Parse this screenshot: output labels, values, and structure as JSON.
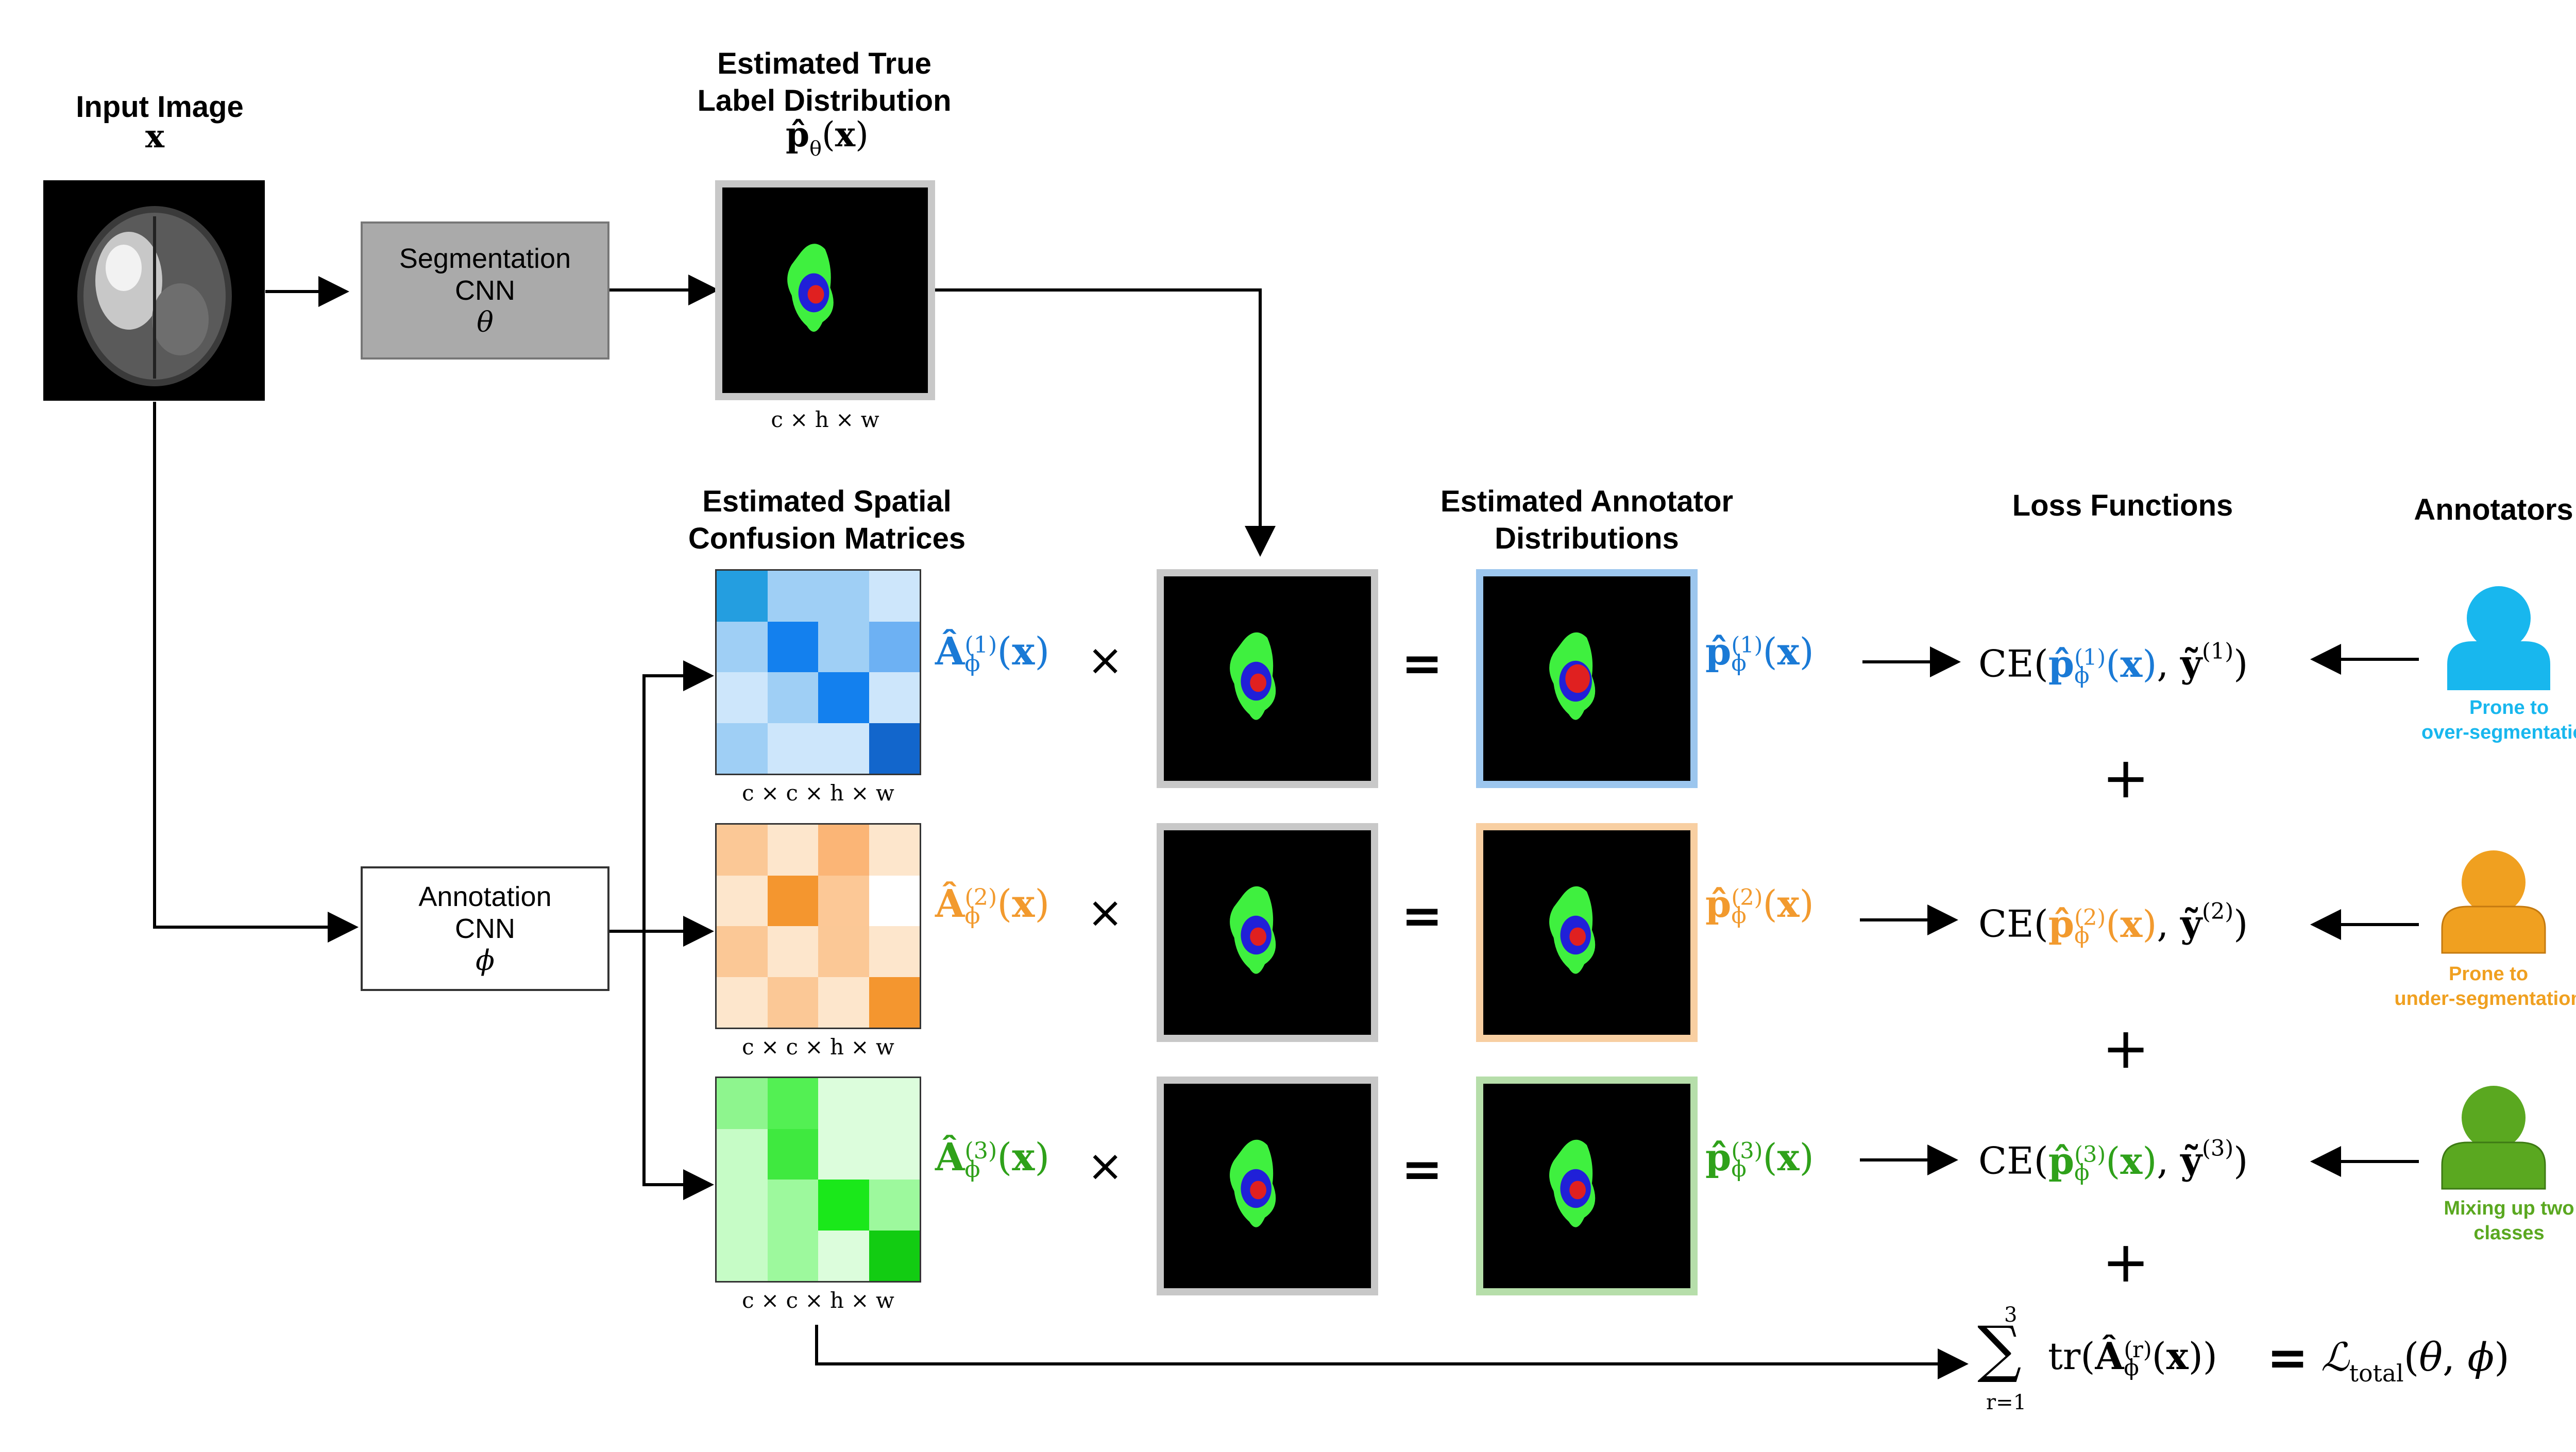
{
  "title_input": "Input Image",
  "input_var": "x",
  "title_true": [
    "Estimated True",
    "Label Distribution"
  ],
  "true_math": "p̂θ(x)",
  "seg_cnn": {
    "line1": "Segmentation",
    "line2": "CNN",
    "line3": "θ"
  },
  "ann_cnn": {
    "line1": "Annotation",
    "line2": "CNN",
    "line3": "ϕ"
  },
  "dims_chw": "c × h × w",
  "dims_cchw": "c × c × h × w",
  "title_confusion": [
    "Estimated Spatial",
    "Confusion Matrices"
  ],
  "title_annot_dist": [
    "Estimated Annotator",
    "Distributions"
  ],
  "title_loss": "Loss Functions",
  "title_annotators": "Annotators",
  "times": "×",
  "equals": "=",
  "plus": "+",
  "rows": [
    {
      "idx": "1",
      "color": "#1a7ad6",
      "annotator_label": [
        "Prone to",
        "over-segmentation"
      ],
      "annotator_color": "#18b7ee",
      "frame_color": "#9cc6ee",
      "matrix": [
        "#249ee0",
        "#9fcff5",
        "#9fcff5",
        "#cde6fb",
        "#9fcff5",
        "#1380ee",
        "#9fcff5",
        "#6db1f3",
        "#cde6fb",
        "#9fcff5",
        "#1380ee",
        "#cde6fb",
        "#9fcff5",
        "#cde6fb",
        "#cde6fb",
        "#1266cc"
      ]
    },
    {
      "idx": "2",
      "color": "#f29a2e",
      "annotator_label": [
        "Prone to",
        "under-segmentation"
      ],
      "annotator_color": "#f0a020",
      "frame_color": "#f8cfa2",
      "matrix": [
        "#fbc896",
        "#fde6cc",
        "#fbb576",
        "#fde6cc",
        "#fde6cc",
        "#f4962f",
        "#fcc896",
        "#ffffff",
        "#fbc896",
        "#fde6cc",
        "#fbc896",
        "#fde6cc",
        "#fde6cc",
        "#fbc896",
        "#fde6cc",
        "#f4962f"
      ]
    },
    {
      "idx": "3",
      "color": "#2fa11a",
      "annotator_label": [
        "Mixing up two",
        "classes"
      ],
      "annotator_color": "#5aa820",
      "frame_color": "#b6deaa",
      "matrix": [
        "#8ef58e",
        "#53f053",
        "#dcfddc",
        "#dcfddc",
        "#c6fcc6",
        "#3fe93f",
        "#dcfddc",
        "#dcfddc",
        "#c6fcc6",
        "#9df99d",
        "#1ae81a",
        "#9df99d",
        "#c6fcc6",
        "#9df99d",
        "#dcfddc",
        "#12cc12"
      ]
    }
  ],
  "sum_upper": "3",
  "sum_lower": "r=1",
  "total_loss": "ℒtotal(θ, ϕ)"
}
